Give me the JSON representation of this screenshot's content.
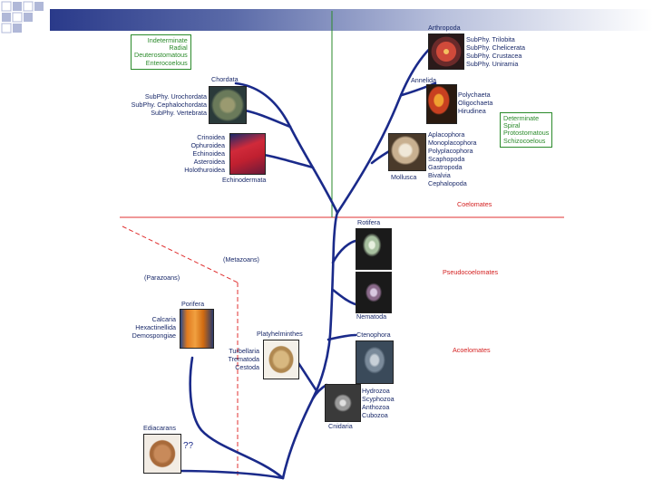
{
  "groups": {
    "arthropoda": {
      "name": "Arthropoda",
      "subphyla": [
        "SubPhy. Trilobita",
        "SubPhy. Chelicerata",
        "SubPhy. Crustacea",
        "SubPhy. Uniramia"
      ]
    },
    "annelida": {
      "name": "Annelida",
      "classes": [
        "Polychaeta",
        "Oligochaeta",
        "Hirudinea"
      ]
    },
    "mollusca": {
      "name": "Mollusca",
      "classes": [
        "Aplacophora",
        "Monoplacophora",
        "Polyplacophora",
        "Scaphopoda",
        "Gastropoda",
        "Bivalvia",
        "Cephalopoda"
      ]
    },
    "chordata": {
      "name": "Chordata",
      "subphyla": [
        "SubPhy. Urochordata",
        "SubPhy. Cephalochordata",
        "SubPhy. Vertebrata"
      ]
    },
    "echinodermata": {
      "name": "Echinodermata",
      "classes": [
        "Crinoidea",
        "Ophuroidea",
        "Echinoidea",
        "Asteroidea",
        "Holothuroidea"
      ]
    },
    "rotifera": {
      "name": "Rotifera"
    },
    "nematoda": {
      "name": "Nematoda"
    },
    "porifera": {
      "name": "Porifera",
      "classes": [
        "Calcaria",
        "Hexactinellida",
        "Demospongiae"
      ]
    },
    "platyhelminthes": {
      "name": "Platyhelminthes",
      "classes": [
        "Turbellaria",
        "Trematoda",
        "Cestoda"
      ]
    },
    "ctenophora": {
      "name": "Ctenophora"
    },
    "cnidaria": {
      "name": "Cnidaria",
      "classes": [
        "Hydrozoa",
        "Scyphozoa",
        "Anthozoa",
        "Cubozoa"
      ]
    },
    "ediacarans": {
      "name": "Ediacarans",
      "note": "??"
    }
  },
  "boxes": {
    "left": [
      "Indeterminate",
      "Radial",
      "Deuterostomatous",
      "Enterocoelous"
    ],
    "right": [
      "Determinate",
      "Spiral",
      "Protostomatous",
      "Schizocoelous"
    ]
  },
  "grades": {
    "coelomates": "Coelomates",
    "pseudocoelomates": "Pseudocoelomates",
    "acoelomates": "Acoelomates",
    "metazoans": "(Metazoans)",
    "parazoans": "(Parazoans)"
  },
  "colors": {
    "branch": "#1a2a8a",
    "divider_red": "#d42020",
    "box_green": "#2a8a2a",
    "header_dark": "#2a3a8a"
  }
}
